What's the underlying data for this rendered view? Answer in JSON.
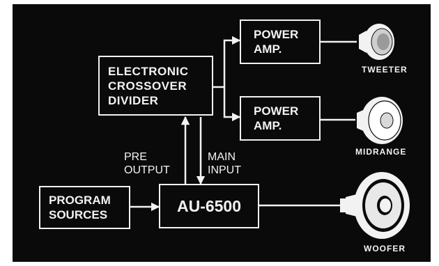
{
  "diagram": {
    "boxes": {
      "crossover": [
        "ELECTRONIC",
        "CROSSOVER",
        "DIVIDER"
      ],
      "amp_top": [
        "POWER",
        "AMP."
      ],
      "amp_mid": [
        "POWER",
        "AMP."
      ],
      "sources": [
        "PROGRAM",
        "SOURCES"
      ],
      "integrated_amp": [
        "AU-6500"
      ]
    },
    "signal_labels": {
      "pre_output": [
        "PRE",
        "OUTPUT"
      ],
      "main_input": [
        "MAIN",
        "INPUT"
      ]
    },
    "speakers": {
      "tweeter": "TWEETER",
      "midrange": "MIDRANGE",
      "woofer": "WOOFER"
    },
    "colors": {
      "background": "#0a0a0a",
      "foreground": "#f2f2f2"
    }
  }
}
